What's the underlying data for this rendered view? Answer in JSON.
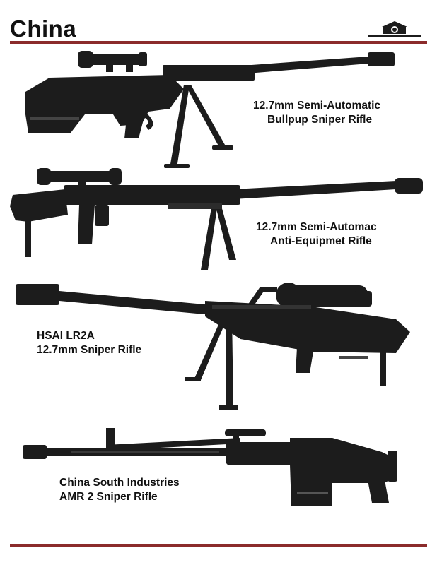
{
  "header": {
    "title": "China"
  },
  "rifles": [
    {
      "caption_line1": "12.7mm Semi-Automatic",
      "caption_line2": "Bullpup Sniper Rifle"
    },
    {
      "caption_line1": "12.7mm Semi-Automac",
      "caption_line2": "Anti-Equipmet Rifle"
    },
    {
      "caption_line1": "HSAI  LR2A",
      "caption_line2": "12.7mm Sniper Rifle"
    },
    {
      "caption_line1": "China South Industries",
      "caption_line2": "AMR 2 Sniper Rifle"
    }
  ],
  "colors": {
    "rule": "#8b2b2b",
    "gun": "#1c1c1c"
  }
}
